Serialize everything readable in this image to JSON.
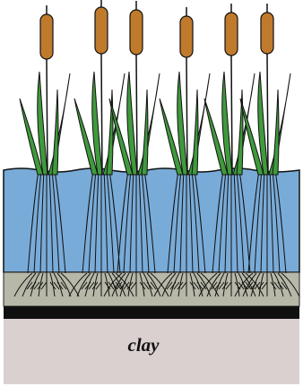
{
  "diagram": {
    "layers": {
      "clay_label": "clay"
    },
    "colors": {
      "sky": "#ffffff",
      "water": "#79abd8",
      "sediment": "#b7b8a8",
      "liner": "#101010",
      "clay": "#d9d0cf",
      "cattail_head": "#c07a2c",
      "leaf": "#3f9a3c",
      "ink": "#111111"
    },
    "plants": {
      "count": 6,
      "type": "cattail"
    }
  }
}
